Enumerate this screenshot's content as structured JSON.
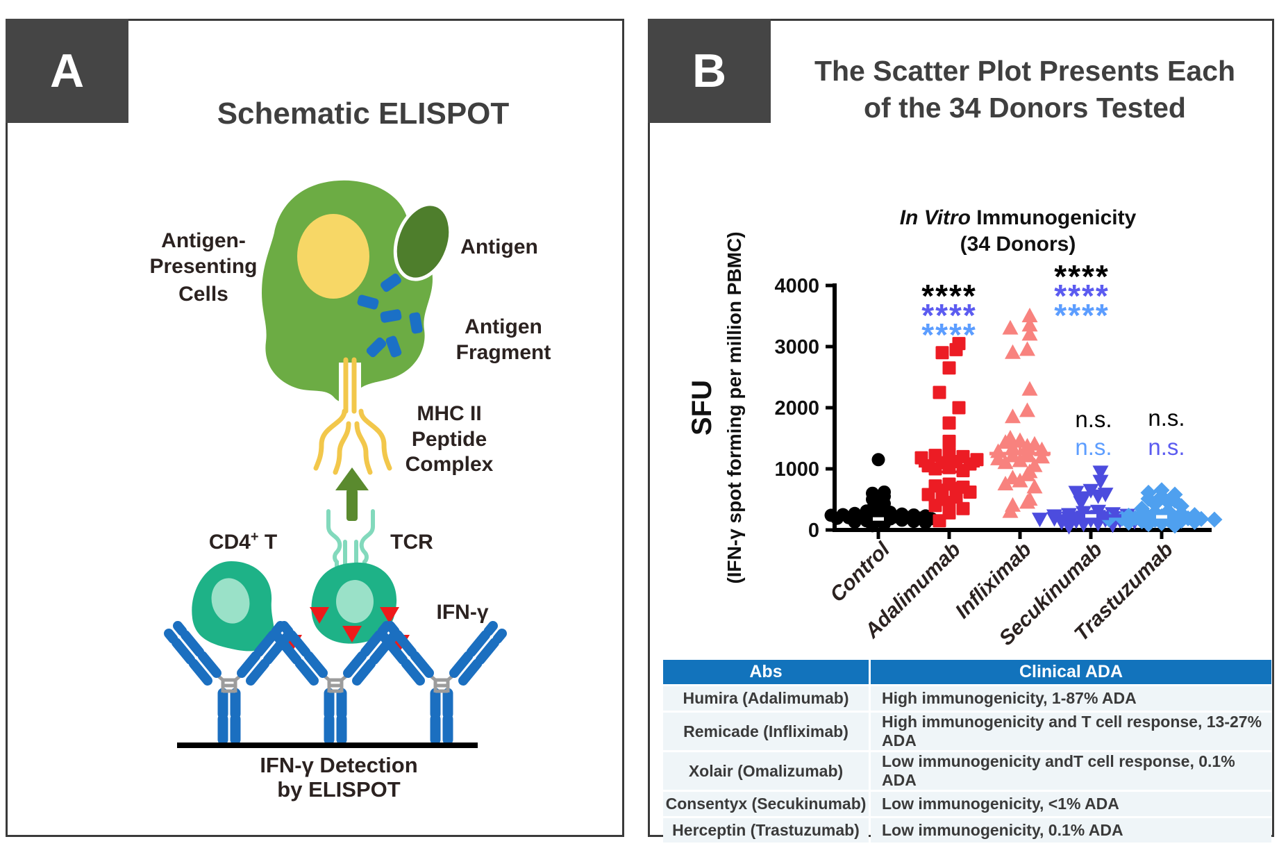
{
  "panelA": {
    "tag": "A",
    "title": "Schematic ELISPOT",
    "apc_lines": [
      "Antigen-",
      "Presenting",
      "Cells"
    ],
    "antigen_label": "Antigen",
    "fragment_lines": [
      "Antigen",
      "Fragment"
    ],
    "mhc_lines": [
      "MHC II",
      "Peptide",
      "Complex"
    ],
    "cd4_base": "CD4",
    "cd4_sup": "+",
    "cd4_tail": " T",
    "tcr_label": "TCR",
    "ifng_label": "IFN-γ",
    "caption_lines": [
      "IFN-γ Detection",
      "by ELISPOT"
    ]
  },
  "panelB": {
    "tag": "B",
    "title_lines": [
      "The Scatter Plot Presents Each",
      "of the 34 Donors Tested"
    ],
    "table": {
      "headers": [
        "Abs",
        "Clinical ADA"
      ],
      "rows": [
        [
          "Humira (Adalimumab)",
          "High immunogenicity, 1-87% ADA"
        ],
        [
          "Remicade (Infliximab)",
          "High immunogenicity and T cell response, 13-27% ADA"
        ],
        [
          "Xolair (Omalizumab)",
          "Low immunogenicity andT cell response, 0.1% ADA"
        ],
        [
          "Consentyx (Secukinumab)",
          "Low immunogenicity, <1% ADA"
        ],
        [
          "Herceptin  (Trastuzumab)",
          "Low immunogenicity, 0.1% ADA"
        ]
      ],
      "header_bg": "#1273BC"
    }
  },
  "chart_data": {
    "type": "scatter",
    "title_italic": "In Vitro",
    "title_rest": " Immunogenicity",
    "subtitle": "(34 Donors)",
    "ylabel_main": "SFU",
    "ylabel_sub": "(IFN-γ spot forming per million PBMC)",
    "ylim": [
      0,
      4000
    ],
    "yticks": [
      0,
      1000,
      2000,
      3000,
      4000
    ],
    "grid": false,
    "categories": [
      "Control",
      "Adalimumab",
      "Infliximab",
      "Secukinumab",
      "Trastuzumab"
    ],
    "series": [
      {
        "name": "Control",
        "marker": "circle",
        "color": "#000000",
        "mean": 180,
        "sem": 45,
        "values": [
          1150,
          620,
          600,
          550,
          500,
          430,
          350,
          330,
          310,
          290,
          270,
          260,
          250,
          245,
          240,
          230,
          225,
          220,
          215,
          210,
          205,
          200,
          195,
          190,
          185,
          180,
          170,
          160,
          150,
          140,
          130,
          120,
          100,
          70
        ]
      },
      {
        "name": "Adalimumab",
        "marker": "square",
        "color": "#EC1C24",
        "mean": 1050,
        "sem": 100,
        "values": [
          3050,
          2950,
          2900,
          2650,
          2250,
          2000,
          1750,
          1450,
          1250,
          1220,
          1200,
          1180,
          1150,
          1120,
          1100,
          1080,
          1050,
          1020,
          1000,
          970,
          750,
          720,
          700,
          680,
          650,
          620,
          580,
          540,
          500,
          450,
          400,
          350,
          280,
          150
        ]
      },
      {
        "name": "Infliximab",
        "marker": "triangle-up",
        "color": "#F8827E",
        "mean": 1250,
        "sem": 120,
        "values": [
          3500,
          3350,
          3300,
          3200,
          2950,
          2900,
          2300,
          1950,
          1850,
          1500,
          1460,
          1430,
          1400,
          1370,
          1340,
          1310,
          1280,
          1250,
          1220,
          1190,
          1160,
          1130,
          1100,
          1050,
          950,
          900,
          850,
          800,
          750,
          700,
          500,
          450,
          400,
          300
        ]
      },
      {
        "name": "Secukinumab",
        "marker": "triangle-down",
        "color": "#4C4CDE",
        "mean": 230,
        "sem": 45,
        "values": [
          950,
          800,
          650,
          620,
          590,
          560,
          530,
          450,
          310,
          290,
          270,
          255,
          245,
          235,
          225,
          215,
          205,
          200,
          195,
          190,
          185,
          180,
          175,
          170,
          165,
          160,
          150,
          140,
          130,
          120,
          110,
          100,
          85,
          60
        ]
      },
      {
        "name": "Trastuzumab",
        "marker": "diamond",
        "color": "#4FA0EF",
        "mean": 215,
        "sem": 40,
        "values": [
          650,
          610,
          580,
          550,
          510,
          480,
          450,
          420,
          390,
          350,
          310,
          290,
          270,
          255,
          245,
          235,
          225,
          215,
          205,
          195,
          190,
          185,
          180,
          175,
          170,
          165,
          160,
          150,
          140,
          130,
          120,
          110,
          95,
          70
        ]
      }
    ],
    "annotations": [
      {
        "target": "Adalimumab",
        "marks": [
          {
            "text": "****",
            "color": "#000000"
          },
          {
            "text": "****",
            "color": "#5B5BF0"
          },
          {
            "text": "****",
            "color": "#5C9DFF"
          }
        ]
      },
      {
        "target": "Infliximab",
        "marks": [
          {
            "text": "****",
            "color": "#000000"
          },
          {
            "text": "****",
            "color": "#5B5BF0"
          },
          {
            "text": "****",
            "color": "#5C9DFF"
          }
        ]
      },
      {
        "target": "Secukinumab",
        "marks": [
          {
            "text": "n.s.",
            "color": "#000000"
          },
          {
            "text": "n.s.",
            "color": "#5C9DFF"
          }
        ]
      },
      {
        "target": "Trastuzumab",
        "marks": [
          {
            "text": "n.s.",
            "color": "#000000"
          },
          {
            "text": "n.s.",
            "color": "#5B5BF0"
          }
        ]
      }
    ]
  },
  "colors": {
    "panel_border": "#3A3A3A",
    "panel_tag_bg": "#454545",
    "title_gray": "#3F3F3F",
    "diagram_text": "#2B2220",
    "apc_cell": "#6CAC44",
    "apc_nucleus": "#F7D766",
    "antigen_oval": "#4E7E2C",
    "fragment_blue": "#1B70C6",
    "mhc_yellow": "#F2C74B",
    "arrow_green": "#5A8A2E",
    "tcr_mint": "#82D9BC",
    "tcell_teal": "#1EB287",
    "tcell_nucleus": "#9AE1C8",
    "ifng_red": "#EE1A1A",
    "antibody_blue": "#1B6FC0",
    "table_header_bg": "#1273BC",
    "table_row_bg": "#EFF5F8"
  }
}
